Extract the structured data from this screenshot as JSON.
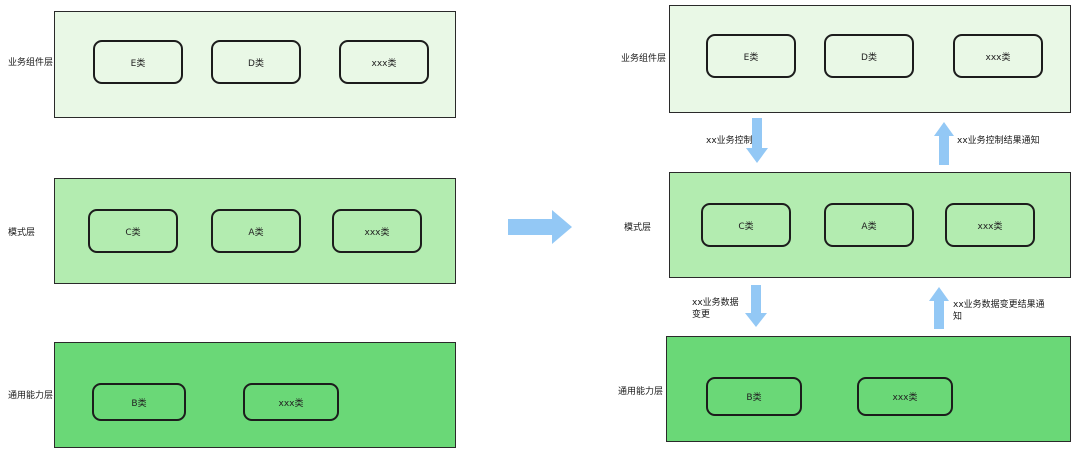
{
  "colors": {
    "business_layer": "#e9f8e6",
    "mode_layer": "#b3ecb0",
    "common_layer": "#6ad877",
    "arrow": "#93c8f5"
  },
  "left": {
    "business": {
      "label": "业务组件层",
      "items": [
        "E类",
        "D类",
        "xxx类"
      ]
    },
    "mode": {
      "label": "模式层",
      "items": [
        "C类",
        "A类",
        "xxx类"
      ]
    },
    "common": {
      "label": "通用能力层",
      "items": [
        "B类",
        "xxx类"
      ]
    }
  },
  "right": {
    "business": {
      "label": "业务组件层",
      "items": [
        "E类",
        "D类",
        "xxx类"
      ]
    },
    "mode": {
      "label": "模式层",
      "items": [
        "C类",
        "A类",
        "xxx类"
      ]
    },
    "common": {
      "label": "通用能力层",
      "items": [
        "B类",
        "xxx类"
      ]
    }
  },
  "flows": {
    "business_control": "xx业务控制",
    "business_control_result": "xx业务控制结果通知",
    "data_change": "xx业务数据变更",
    "data_change_result": "xx业务数据变更结果通知"
  },
  "icons": {
    "transform_arrow": "right-arrow-icon",
    "flow_arrows": [
      "down-arrow-icon",
      "up-arrow-icon"
    ]
  }
}
